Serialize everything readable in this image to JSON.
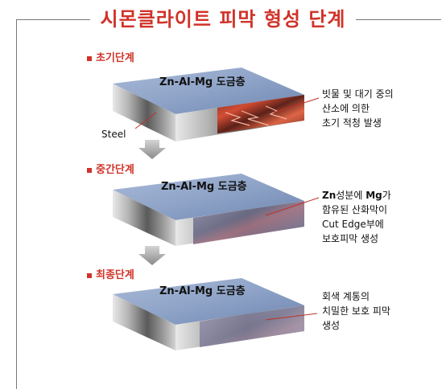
{
  "title": "시몬클라이트 피막 형성 단계",
  "stages": [
    {
      "label": "초기단계",
      "slab_text": "Zn-Al-Mg 도금층",
      "annotation": [
        "빗물 및 대기 중의",
        "산소에 의한",
        "초기 적청 발생"
      ]
    },
    {
      "label": "중간단계",
      "slab_text": "Zn-Al-Mg 도금층",
      "annotation_rich": {
        "zn": "Zn",
        "mid": "성분에 ",
        "mg": "Mg",
        "end": "가"
      },
      "annotation": [
        "함유된 산화막이",
        "Cut Edge부에",
        "보호피막 생성"
      ]
    },
    {
      "label": "최종단계",
      "slab_text": "Zn-Al-Mg 도금층",
      "annotation": [
        "회색 계통의",
        "치밀한 보호 피막",
        "생성"
      ]
    }
  ],
  "steel_label": "Steel",
  "colors": {
    "accent": "#d0332a",
    "top_face": "#8fa3c6",
    "steel": "#9a9a9a"
  },
  "icons": [
    "down-arrow-icon",
    "down-arrow-icon"
  ]
}
